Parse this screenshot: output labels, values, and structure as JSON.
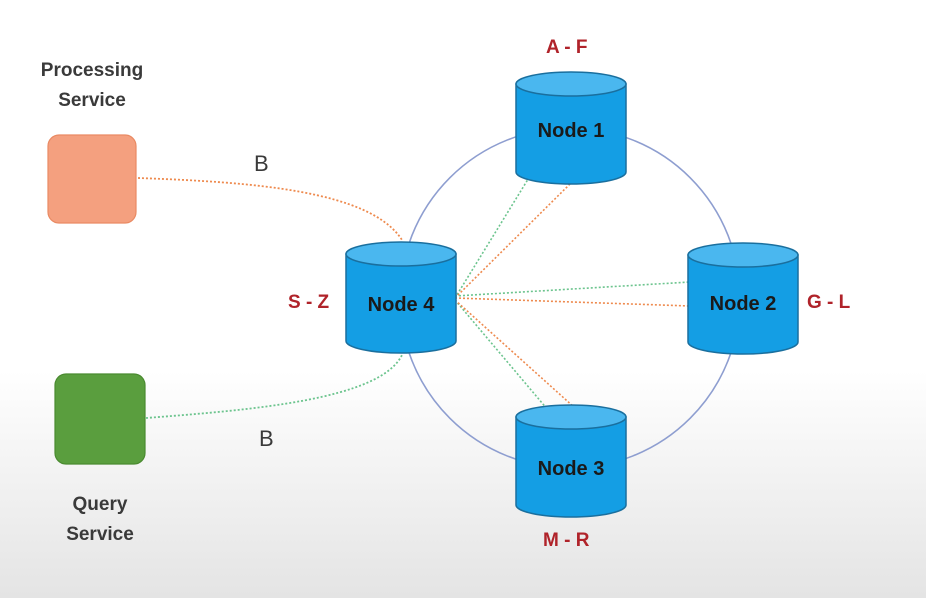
{
  "services": {
    "processing": {
      "label": "Processing Service"
    },
    "query": {
      "label": "Query Service"
    }
  },
  "edges": {
    "processing_label": "B",
    "query_label": "B"
  },
  "nodes": [
    {
      "label": "Node 1",
      "range": "A - F"
    },
    {
      "label": "Node 2",
      "range": "G - L"
    },
    {
      "label": "Node 3",
      "range": "M - R"
    },
    {
      "label": "Node 4",
      "range": "S - Z"
    }
  ],
  "colors": {
    "processing_box": "#f4a07f",
    "query_box": "#5a9e3e",
    "node_fill": "#149ee4",
    "node_top": "#4ab7ef",
    "ring": "#8e9ed0",
    "orange_line": "#ee8a4e",
    "green_line": "#6cc48e",
    "range_text": "#b0232a"
  }
}
